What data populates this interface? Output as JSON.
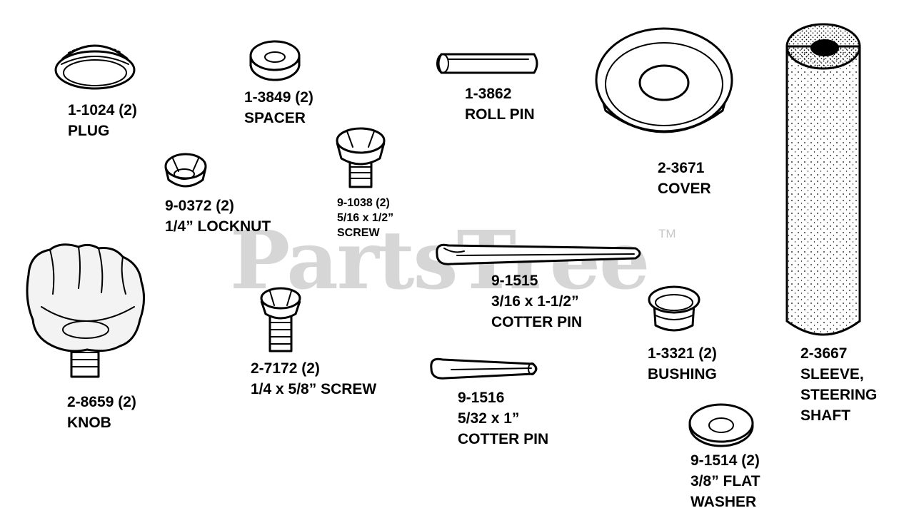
{
  "watermark": {
    "text": "PartsTree",
    "trademark": "TM"
  },
  "parts": {
    "plug": {
      "number": "1-1024 (2)",
      "name": "PLUG"
    },
    "spacer": {
      "number": "1-3849 (2)",
      "name": "SPACER"
    },
    "roll_pin": {
      "number": "1-3862",
      "name": "ROLL PIN"
    },
    "cover": {
      "number": "2-3671",
      "name": "COVER"
    },
    "locknut": {
      "number": "9-0372 (2)",
      "name": "1/4” LOCKNUT"
    },
    "screw_small": {
      "number": "9-1038 (2)",
      "size": "5/16 x 1/2”",
      "name": "SCREW"
    },
    "knob": {
      "number": "2-8659 (2)",
      "name": "KNOB"
    },
    "screw": {
      "number": "2-7172 (2)",
      "name": "1/4 x 5/8” SCREW"
    },
    "cotter_pin_long": {
      "number": "9-1515",
      "size": "3/16 x 1-1/2”",
      "name": "COTTER PIN"
    },
    "cotter_pin_short": {
      "number": "9-1516",
      "size": "5/32 x 1”",
      "name": "COTTER PIN"
    },
    "bushing": {
      "number": "1-3321 (2)",
      "name": "BUSHING"
    },
    "sleeve": {
      "number": "2-3667",
      "name": "SLEEVE,",
      "name2": "STEERING",
      "name3": "SHAFT"
    },
    "washer": {
      "number": "9-1514 (2)",
      "size": "3/8” FLAT",
      "name": "WASHER"
    }
  }
}
